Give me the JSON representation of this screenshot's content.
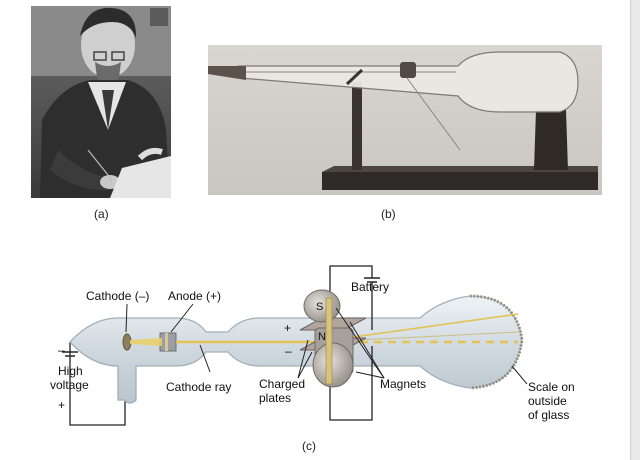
{
  "captions": {
    "a": "(a)",
    "b": "(b)",
    "c": "(c)"
  },
  "labels": {
    "cathode": "Cathode (–)",
    "anode": "Anode (+)",
    "battery": "Battery",
    "high_voltage_line1": "High",
    "high_voltage_line2": "voltage",
    "minus_hv": "–",
    "plus_hv": "+",
    "cathode_ray": "Cathode ray",
    "charged_plates_line1": "Charged",
    "charged_plates_line2": "plates",
    "magnets": "Magnets",
    "scale_line1": "Scale on",
    "scale_line2": "outside",
    "scale_line3": "of glass",
    "plate_plus": "+",
    "plate_minus": "–",
    "magnet_s": "S",
    "magnet_n": "N"
  }
}
